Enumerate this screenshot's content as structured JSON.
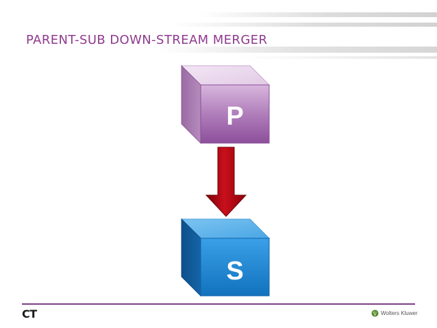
{
  "slide": {
    "title": "PARENT-SUB DOWN-STREAM MERGER"
  },
  "diagram": {
    "top_box": {
      "label": "P",
      "color": "#9b5aa6"
    },
    "bottom_box": {
      "label": "S",
      "color": "#1a7fc9"
    },
    "arrow": {
      "color": "#b5000c",
      "direction": "down"
    }
  },
  "footer": {
    "left_logo_text": "CT",
    "right_logo_text": "Wolters Kluwer",
    "line_color": "#7b3c85"
  }
}
